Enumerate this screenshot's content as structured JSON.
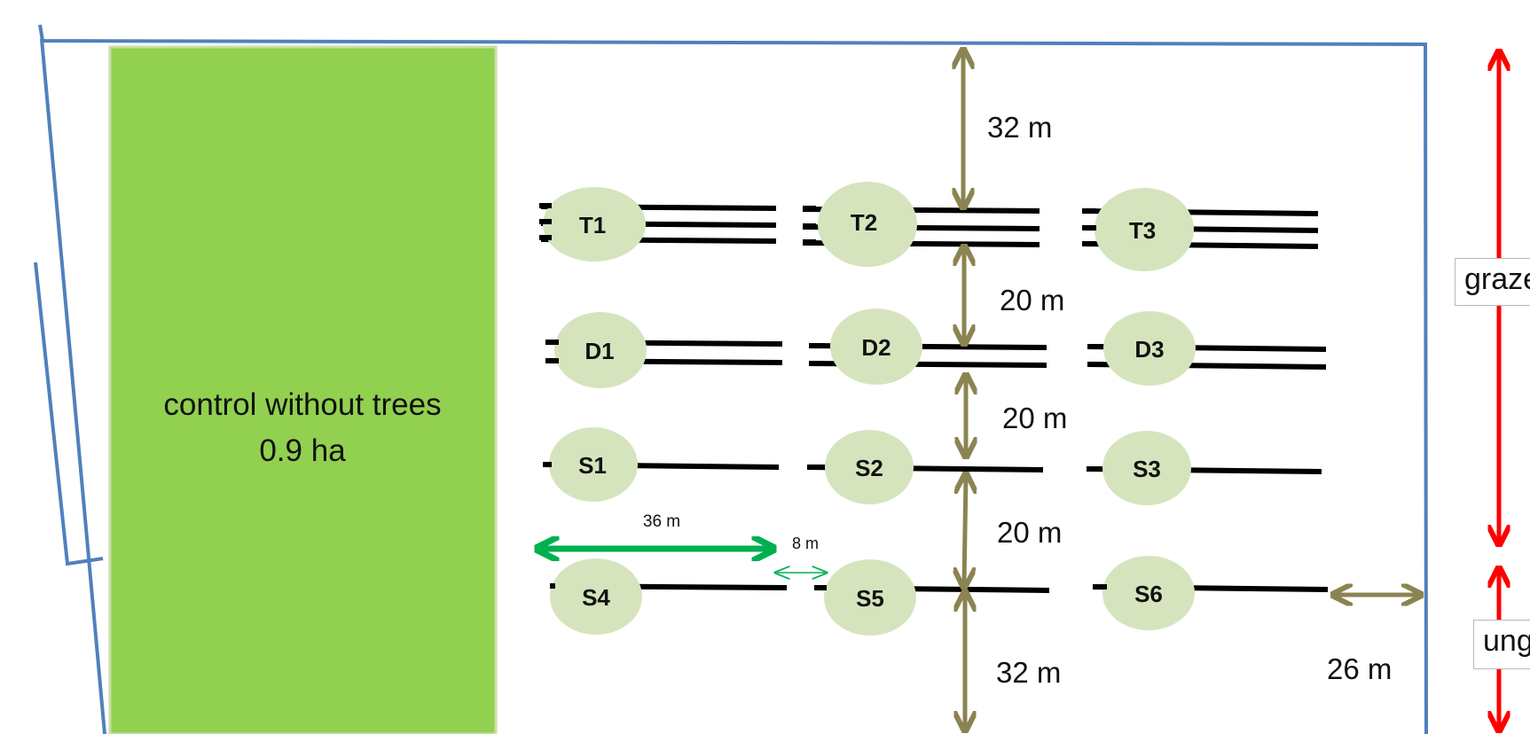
{
  "control_area": {
    "label_line1": "control without trees",
    "label_line2": "0.9 ha",
    "color": "#92d050"
  },
  "colors": {
    "border": "#4f81bd",
    "plot_fill": "#d6e4bd",
    "row_line": "#000000",
    "dimension_arrow": "#8b8451",
    "spacing_arrow": "#00b050",
    "zone_arrow": "#ff0000"
  },
  "plots": {
    "row1": [
      "T1",
      "T2",
      "T3"
    ],
    "row2": [
      "D1",
      "D2",
      "D3"
    ],
    "row3": [
      "S1",
      "S2",
      "S3"
    ],
    "row4": [
      "S4",
      "S5",
      "S6"
    ]
  },
  "dimensions": {
    "top_margin": "32 m",
    "row_gap_1": "20 m",
    "row_gap_2": "20 m",
    "row_gap_3": "20 m",
    "bottom_margin": "32 m",
    "right_margin": "26 m",
    "row_length": "36 m",
    "between_rows": "8 m"
  },
  "zones": {
    "grazed_label": "grazed",
    "ungrazed_label": "ungrazed"
  }
}
